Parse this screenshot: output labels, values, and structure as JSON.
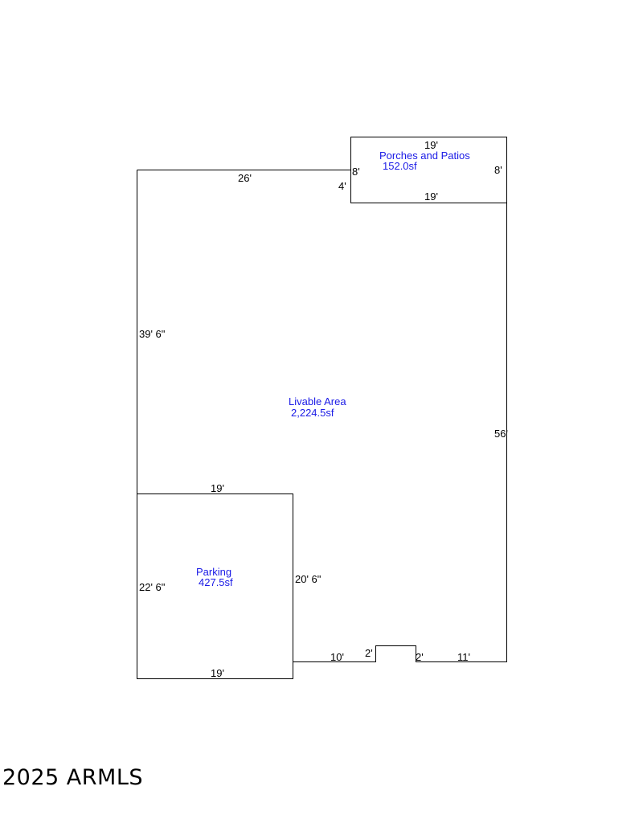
{
  "floor_plan": {
    "areas": {
      "porches": {
        "name": "Porches and Patios",
        "sqft": "152.0sf",
        "color": "#1a1ae6"
      },
      "livable": {
        "name": "Livable Area",
        "sqft": "2,224.5sf",
        "color": "#1a1ae6"
      },
      "parking": {
        "name": "Parking",
        "sqft": "427.5sf",
        "color": "#1a1ae6"
      }
    },
    "dimensions": {
      "porch_top": "19'",
      "porch_left": "8'",
      "porch_right": "8'",
      "porch_bottom": "19'",
      "step_4": "4'",
      "top_wall": "26'",
      "left_wall": "39' 6\"",
      "right_wall": "56'",
      "parking_top": "19'",
      "parking_left": "22' 6\"",
      "parking_right": "20' 6\"",
      "parking_bottom": "19'",
      "bottom_10": "10'",
      "notch_left": "2'",
      "notch_right": "2'",
      "bottom_11": "11'"
    }
  },
  "watermark": "2025 ARMLS"
}
